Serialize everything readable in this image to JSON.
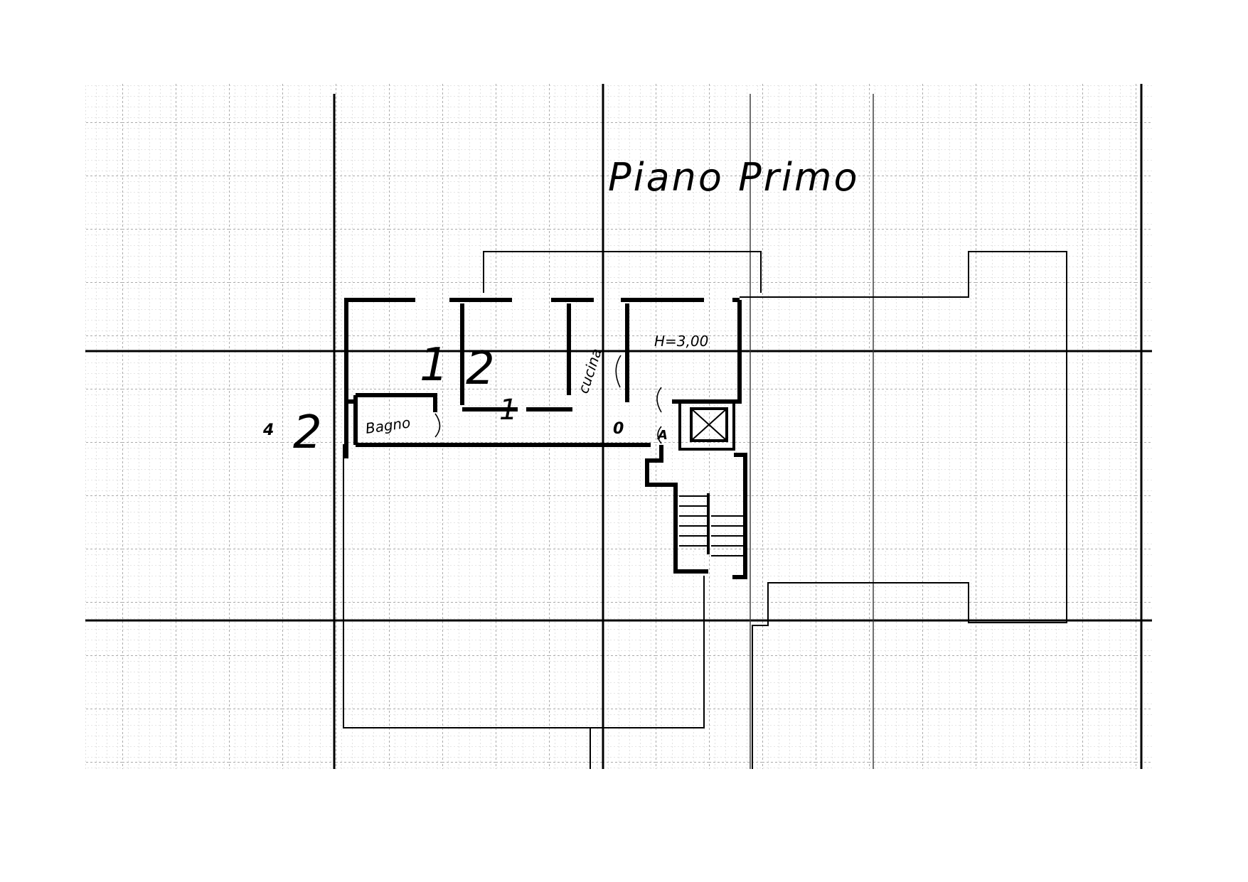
{
  "drawing": {
    "title": "Piano Primo",
    "ceiling_height": "H=3,00",
    "rooms": {
      "bathroom": "Bagno",
      "kitchen": "cucina"
    },
    "marks": {
      "room_one": "1",
      "room_two": "2",
      "side_label": "2",
      "side_prefix": "4",
      "one_small": "1",
      "zero_small": "0",
      "stairs_arrow": "A"
    }
  }
}
